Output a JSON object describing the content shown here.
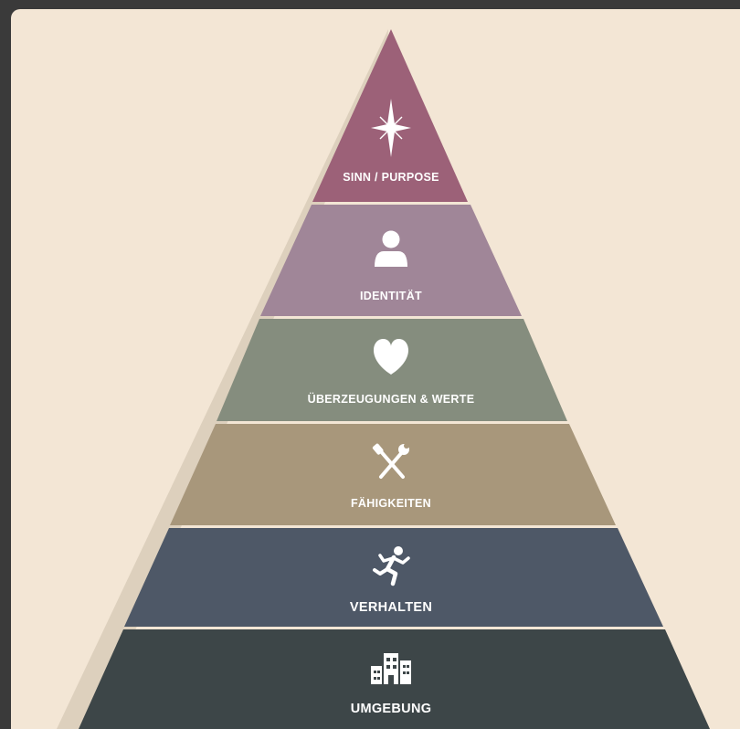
{
  "colors": {
    "background": "#f3e6d5",
    "frame": "#3a3a3a",
    "shadow": "#ddd0bd",
    "divider": "#f3e6d5",
    "label_text": "#ffffff",
    "icon": "#ffffff"
  },
  "pyramid": {
    "levels": [
      {
        "label": "SINN / PURPOSE",
        "icon": "sparkle-star-icon",
        "color": "#9c6178"
      },
      {
        "label": "IDENTITÄT",
        "icon": "person-icon",
        "color": "#a08698"
      },
      {
        "label": "ÜBERZEUGUNGEN & WERTE",
        "icon": "heart-icon",
        "color": "#858d7e"
      },
      {
        "label": "FÄHIGKEITEN",
        "icon": "tools-icon",
        "color": "#a8977b"
      },
      {
        "label": "VERHALTEN",
        "icon": "running-person-icon",
        "color": "#4e5867"
      },
      {
        "label": "UMGEBUNG",
        "icon": "buildings-icon",
        "color": "#3d4648"
      }
    ]
  }
}
